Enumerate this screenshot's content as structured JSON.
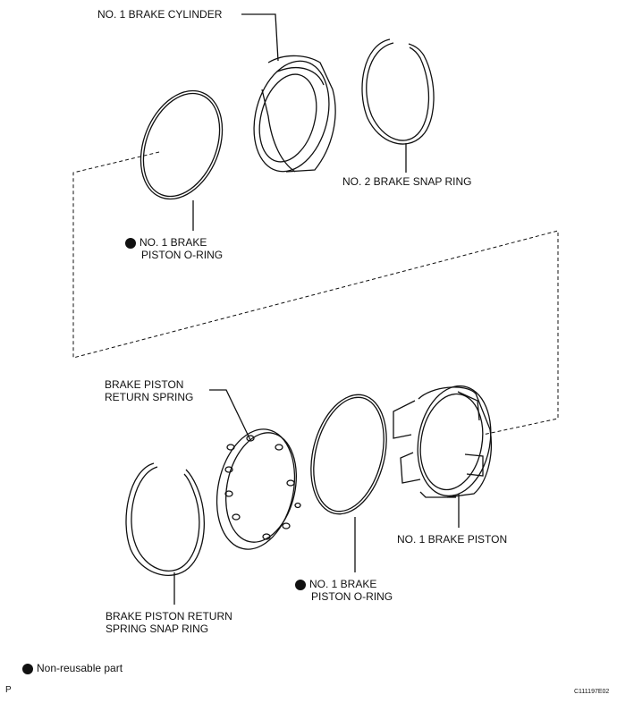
{
  "labels": {
    "brake_cylinder": "NO. 1 BRAKE CYLINDER",
    "snap_ring_2": "NO. 2 BRAKE SNAP RING",
    "oring_top": [
      "NO. 1 BRAKE",
      "PISTON O-RING"
    ],
    "return_spring": [
      "BRAKE PISTON",
      "RETURN SPRING"
    ],
    "brake_piston": "NO. 1 BRAKE PISTON",
    "oring_bottom": [
      "NO. 1 BRAKE",
      "PISTON O-RING"
    ],
    "spring_snap_ring": [
      "BRAKE PISTON RETURN",
      "SPRING SNAP RING"
    ]
  },
  "legend": {
    "text": "Non-reusable part"
  },
  "footer": {
    "left": "P",
    "right": "C111197E02"
  },
  "icons": {
    "non_reusable": "filled-circle-icon"
  },
  "colors": {
    "line": "#111111",
    "background": "#ffffff"
  }
}
